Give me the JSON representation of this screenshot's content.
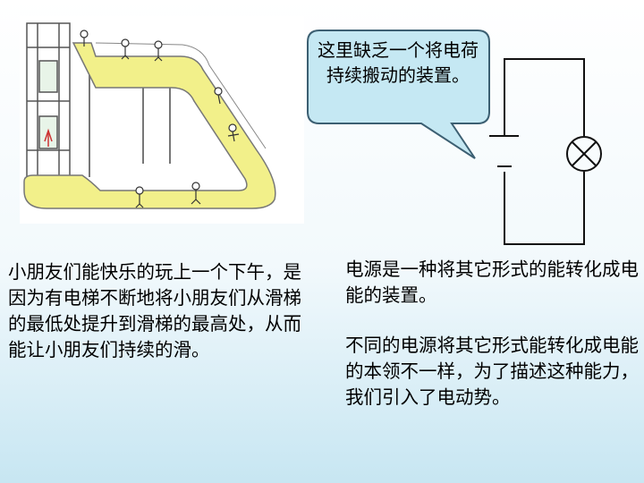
{
  "speech_bubble": {
    "text": "这里缺乏一个将电荷持续搬动的装置。"
  },
  "left_paragraph": {
    "text": "小朋友们能快乐的玩上一个下午，是因为有电梯不断地将小朋友们从滑梯的最低处提升到滑梯的最高处，从而能让小朋友们持续的滑。"
  },
  "right_paragraphs": [
    {
      "text": "电源是一种将其它形式的能转化成电能的装置。"
    },
    {
      "text": "不同的电源将其它形式能转化成电能的本领不一样，为了描述这种能力，我们引入了电动势。"
    }
  ],
  "colors": {
    "slide_yellow": "#f2f08a",
    "bubble_fill": "#c5e8f3",
    "bubble_stroke": "#3c5f72",
    "line": "#111111"
  },
  "icons": [
    "elevator-icon",
    "children-figures-icon",
    "lamp-icon",
    "battery-icon"
  ]
}
